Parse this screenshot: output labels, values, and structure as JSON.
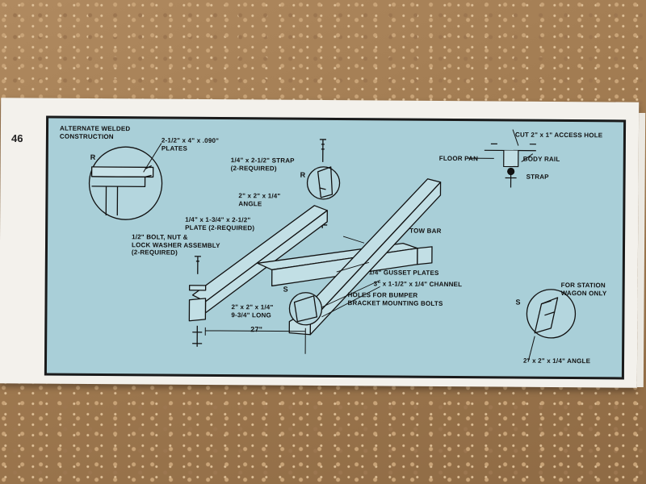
{
  "page_number": "46",
  "labels": {
    "alternate_welded": "ALTERNATE WELDED\nCONSTRUCTION",
    "plates_size": "2-1/2\" x 4\" x .090\"\nPLATES",
    "ref_r_left": "R",
    "strap": "1/4\" x 2-1/2\" STRAP\n(2-REQUIRED)",
    "ref_r_center": "R",
    "angle": "2\" x 2\" x 1/4\"\nANGLE",
    "plate_req": "1/4\" x 1-3/4\" x 2-1/2\"\nPLATE (2-REQUIRED)",
    "bolt_assembly": "1/2\" BOLT, NUT &\nLOCK WASHER ASSEMBLY\n(2-REQUIRED)",
    "ref_s_center": "S",
    "angle_long": "2\" x 2\" x 1/4\"\n9-3/4\" LONG",
    "dimension_27": "27\"",
    "tow_bar": "TOW BAR",
    "gusset": "1/4\" GUSSET PLATES",
    "channel": "3\" x 1-1/2\" x 1/4\" CHANNEL",
    "holes": "HOLES FOR BUMPER\nBRACKET MOUNTING BOLTS",
    "access_hole": "CUT 2\" x 1\" ACCESS HOLE",
    "floor_pan": "FLOOR PAN",
    "body_rail": "BODY RAIL",
    "strap_small": "STRAP",
    "station_wagon": "FOR STATION\nWAGON ONLY",
    "ref_s_right": "S",
    "angle_right": "2\" x 2\" x 1/4\" ANGLE"
  },
  "colors": {
    "panel": "#a9cfd8",
    "ink": "#111111",
    "paper": "#f3f1ec"
  }
}
